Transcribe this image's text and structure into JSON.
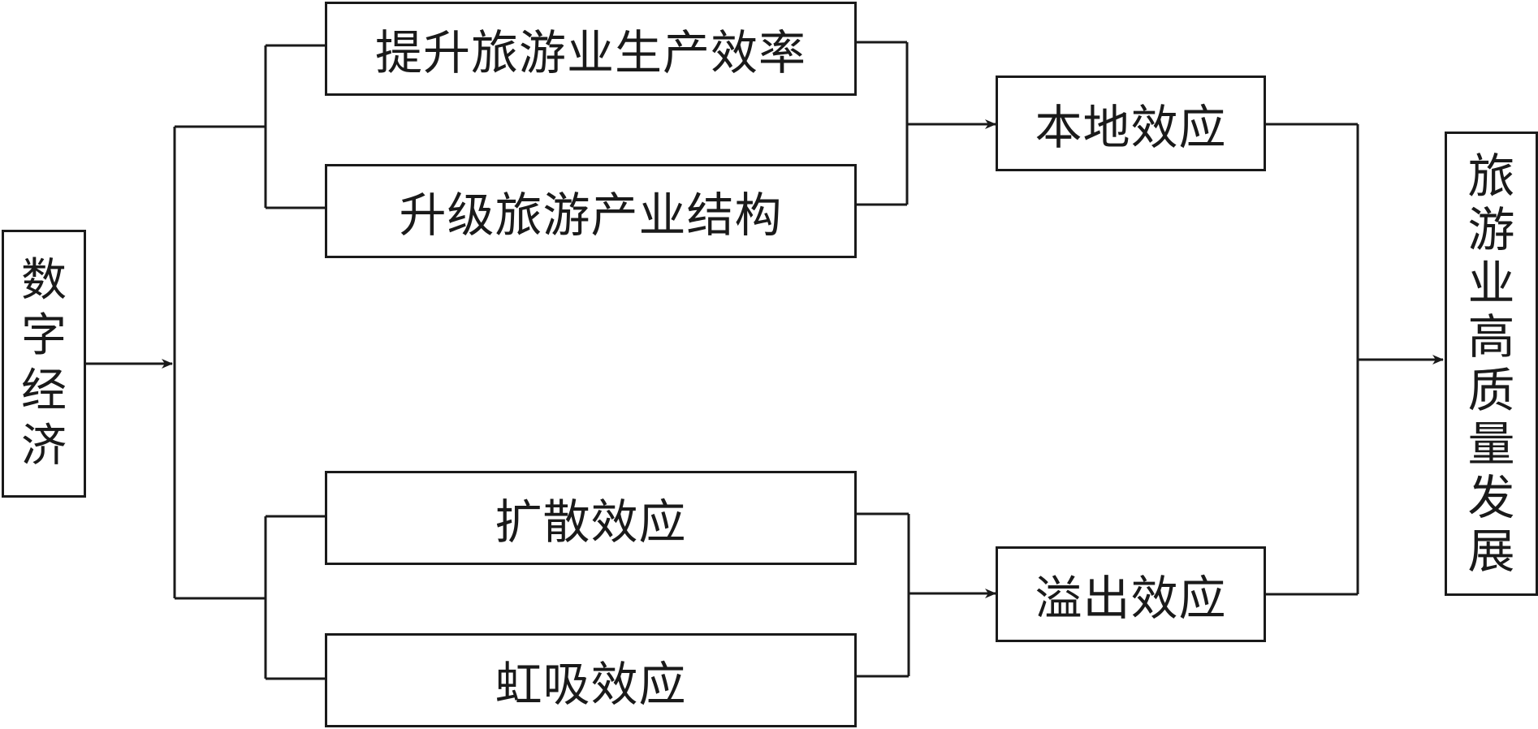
{
  "source": {
    "label": "数字经济"
  },
  "mechanisms": {
    "productivity": "提升旅游业生产效率",
    "structure": "升级旅游产业结构",
    "diffusion": "扩散效应",
    "siphon": "虹吸效应"
  },
  "effects": {
    "local": "本地效应",
    "spillover": "溢出效应"
  },
  "outcome": {
    "label": "旅游业高质量发展"
  },
  "colors": {
    "line": "#1a1a1a",
    "background": "#ffffff"
  }
}
